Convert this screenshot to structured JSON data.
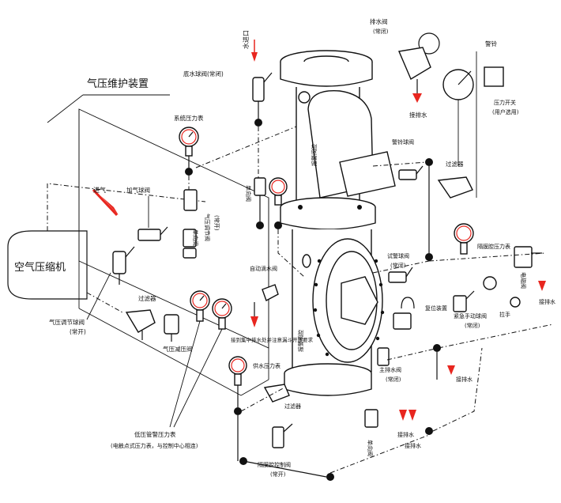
{
  "labels": {
    "air_maintenance": "气压维护装置",
    "air_compressor": "空气压缩机",
    "air_pressure_regulator": "气压调节球阀",
    "air_pressure_regulator_note": "(常开)",
    "intake": "进气",
    "charge_ball_valve": "加气球阀",
    "system_pressure_gauge": "系统压力表",
    "check_valve_1": "单向阀",
    "pressure_switch_gauge": "气压调节阀",
    "pressure_switch_note": "(常开)",
    "filter_left": "过滤器",
    "air_reduce_valve": "气压减压阀",
    "low_pressure_gauge": "低压管警压力表",
    "low_pressure_note": "(电触点式压力表，与控制中心相连)",
    "water_supply_pressure": "供水压力表",
    "filter_bottom": "过滤器",
    "isolation_valve": "隔膜腔控制阀",
    "isolation_note": "(常开)",
    "check_valve_bottom": "单向阀",
    "water_in": "水进口",
    "drain_ball_valve": "底水球阀(常闭)",
    "check_valve_2": "单向阀",
    "drain_valve": "排水阀",
    "drain_valve_note": "(常闭)",
    "drain_water_1": "接排水",
    "alarm_chamber": "报警阀腔",
    "alarm_chamber_top": "过滤器",
    "pressure_switch": "压力开关",
    "pressure_switch_sub": "(用户选用)",
    "bell": "警铃",
    "pressure_switch_valve": "警铃球阀",
    "test_valve": "试警球阀",
    "test_valve_note": "(常闭)",
    "auto_drain": "自动滴水阀",
    "auto_drain_note": "接到集中排水处并注意漏斗开放要求",
    "alarm_cavity": "报警阀腔",
    "reset_device": "复位装置",
    "diaphragm_gauge": "隔膜腔压力表",
    "solenoid": "电磁阀",
    "drain_water_2": "接排水",
    "manual_valve": "紧急手动球阀",
    "manual_valve_note": "(常闭)",
    "pull_handle": "拉手",
    "drain_water_3": "接排水",
    "main_drain": "主排水阀",
    "main_drain_note": "(常闭)",
    "drain_water_4": "接排水",
    "drain_water_5": "接排水"
  }
}
